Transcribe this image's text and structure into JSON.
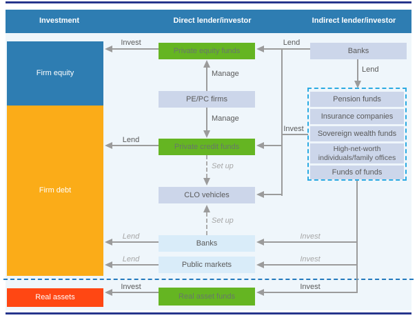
{
  "header": {
    "columns": [
      "Investment",
      "Direct lender/investor",
      "Indirect lender/investor"
    ]
  },
  "investment": {
    "firm_equity": "Firm equity",
    "firm_debt": "Firm debt",
    "real_assets": "Real assets"
  },
  "direct": {
    "private_equity_funds": "Private equity funds",
    "pe_pc_firms": "PE/PC firms",
    "private_credit_funds": "Private credit funds",
    "clo_vehicles": "CLO vehicles",
    "banks": "Banks",
    "public_markets": "Public markets",
    "real_asset_funds": "Real asset funds"
  },
  "indirect": {
    "banks": "Banks",
    "group": [
      "Pension funds",
      "Insurance companies",
      "Sovereign wealth funds",
      "High-net-worth individuals/family offices",
      "Funds of funds"
    ]
  },
  "edges": {
    "invest_equity": "Invest",
    "manage_up": "Manage",
    "manage_down": "Manage",
    "lend_debt": "Lend",
    "set_up_clo": "Set up",
    "set_up_banks": "Set up",
    "lend_banks_left": "Lend",
    "lend_public_markets": "Lend",
    "invest_real_assets": "Invest",
    "lend_banks_to_pef": "Lend",
    "lend_banks_to_group": "Lend",
    "invest_group_to_pcf": "Invest",
    "invest_group_to_banks": "Invest",
    "invest_group_to_pm": "Invest",
    "invest_group_to_raf": "Invest"
  },
  "colors": {
    "header_bg": "#2E7DB2",
    "equity_blue": "#2E7DB2",
    "debt_orange": "#FBAC18",
    "assets_red": "#FF4713",
    "fund_green": "#65B522",
    "box_periwinkle": "#CCD6EA",
    "box_lightblue": "#D9ECF9",
    "panel_bg": "#EFF6FB",
    "group_dash": "#2BAAE2",
    "separator_dash": "#2279BD",
    "frame_navy": "#26358C",
    "arrow_gray": "#9B9B9B"
  }
}
